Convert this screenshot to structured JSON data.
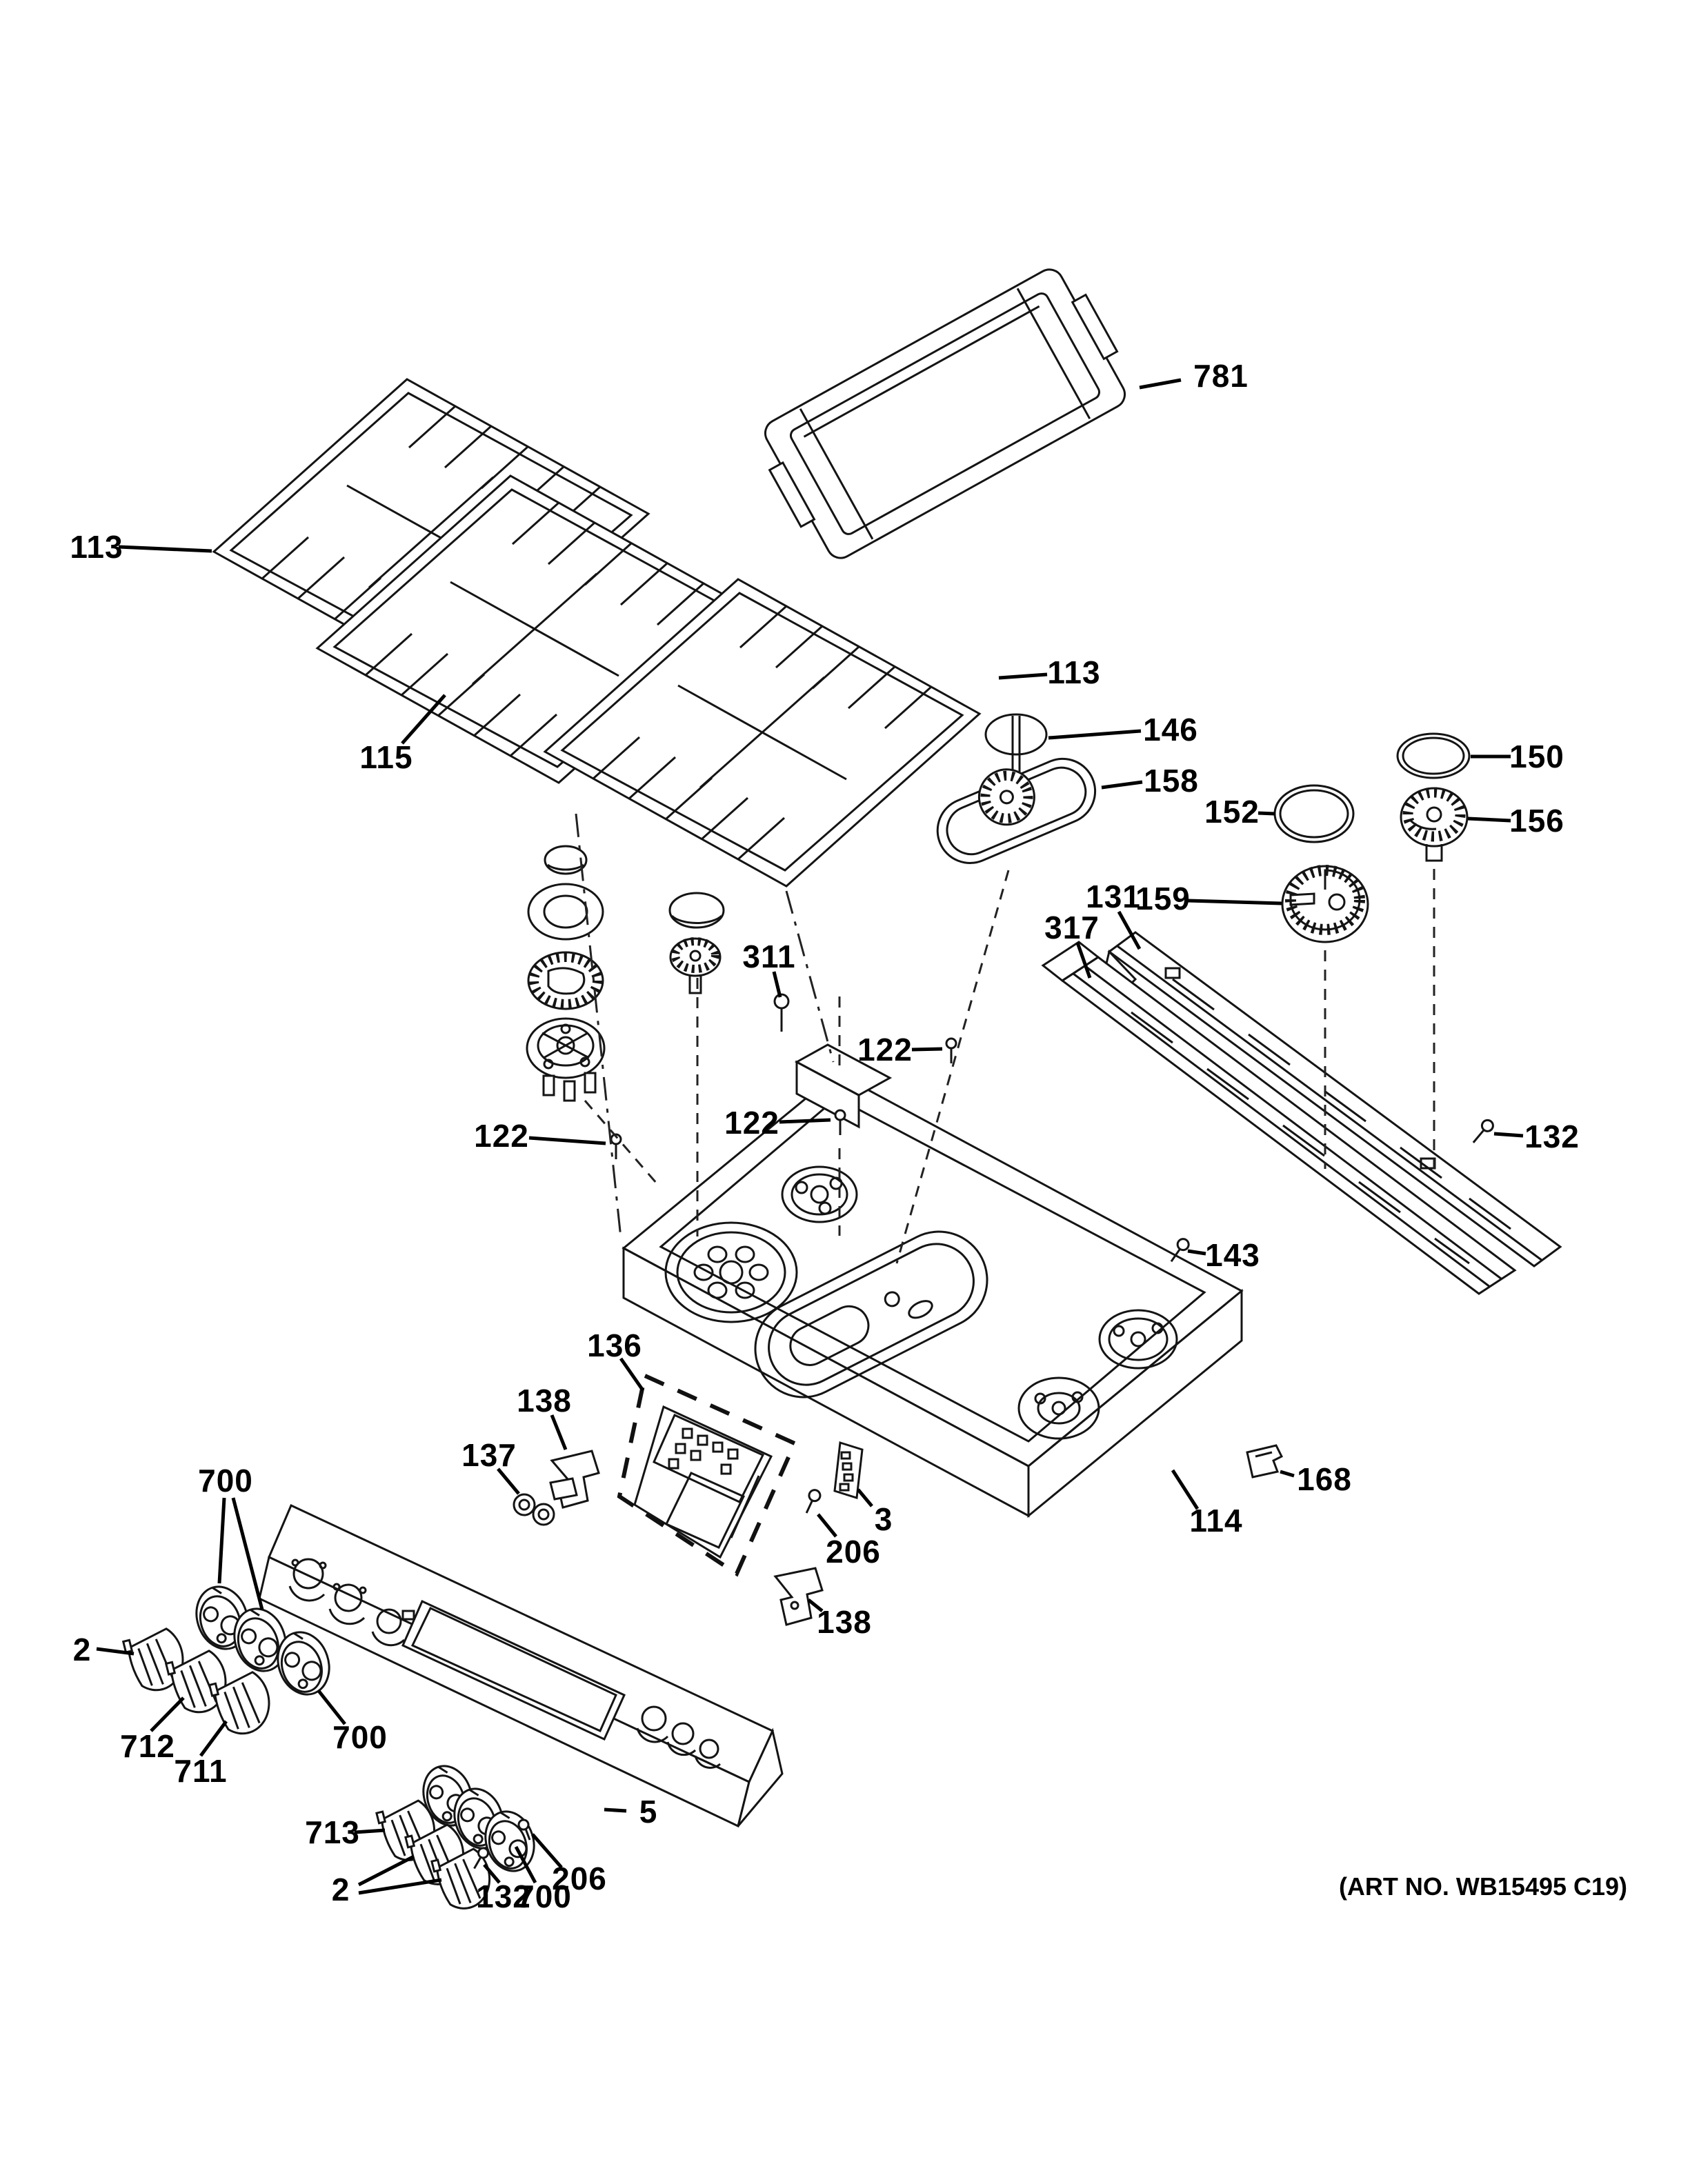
{
  "diagram": {
    "art_no": "(ART NO. WB15495 C19)",
    "product": "gas range cooktop exploded parts view"
  },
  "callouts": [
    {
      "text": "781"
    },
    {
      "text": "113"
    },
    {
      "text": "115"
    },
    {
      "text": "113"
    },
    {
      "text": "146"
    },
    {
      "text": "158"
    },
    {
      "text": "152"
    },
    {
      "text": "150"
    },
    {
      "text": "156"
    },
    {
      "text": "159"
    },
    {
      "text": "131"
    },
    {
      "text": "317"
    },
    {
      "text": "311"
    },
    {
      "text": "122"
    },
    {
      "text": "122"
    },
    {
      "text": "122"
    },
    {
      "text": "132"
    },
    {
      "text": "143"
    },
    {
      "text": "136"
    },
    {
      "text": "138"
    },
    {
      "text": "137"
    },
    {
      "text": "206"
    },
    {
      "text": "3"
    },
    {
      "text": "114"
    },
    {
      "text": "168"
    },
    {
      "text": "138"
    },
    {
      "text": "700"
    },
    {
      "text": "2"
    },
    {
      "text": "712"
    },
    {
      "text": "711"
    },
    {
      "text": "700"
    },
    {
      "text": "713"
    },
    {
      "text": "2"
    },
    {
      "text": "132"
    },
    {
      "text": "700"
    },
    {
      "text": "206"
    },
    {
      "text": "5"
    }
  ]
}
